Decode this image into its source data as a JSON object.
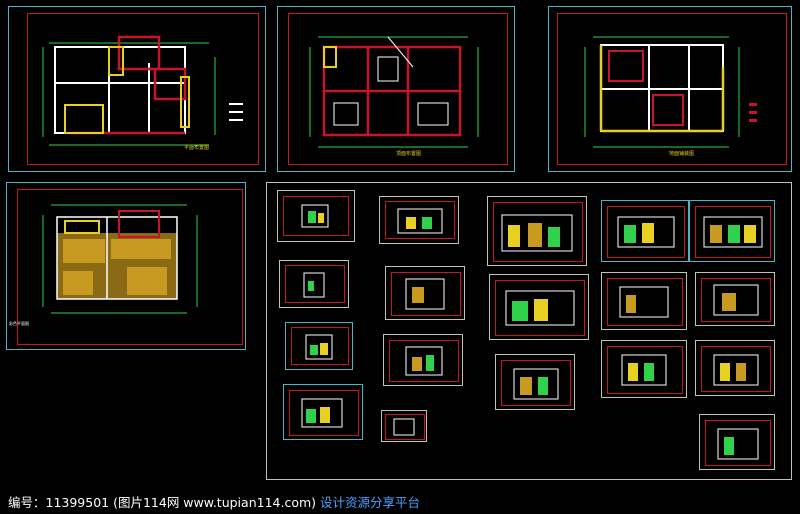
{
  "footer": {
    "watermark": "编号：11399501 (图片114网 www.tupian114.com)",
    "slogan": "设计资源分享平台"
  },
  "drawings": {
    "plan_1_caption": "平面布置图",
    "plan_2_caption": "顶面布置图",
    "plan_3_caption": "地面铺装图",
    "plan_4_caption": "彩色平面图"
  },
  "colors": {
    "background": "#000000",
    "sheet_frame": "#4fb3c8",
    "wall_red": "#c8142a",
    "wall_white": "#ffffff",
    "furniture_yellow": "#e8d020",
    "dimension_green": "#2fd24a",
    "watermark_white": "#ffffff",
    "slogan_blue": "#4aa3ff"
  }
}
